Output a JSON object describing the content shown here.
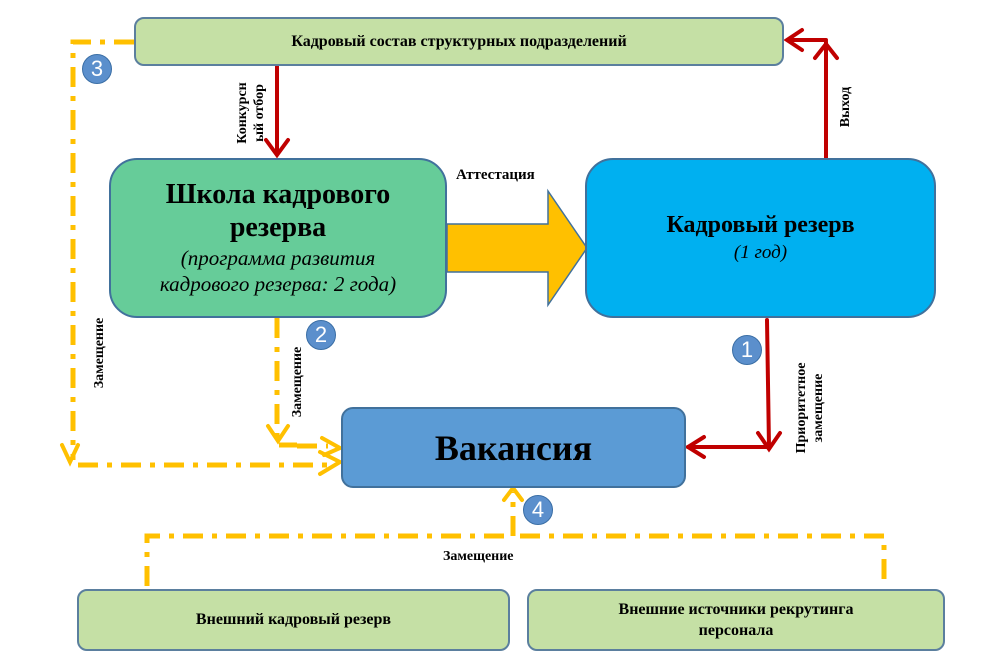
{
  "nodes": {
    "top": {
      "label": "Кадровый состав структурных подразделений"
    },
    "school": {
      "title_line1": "Школа кадрового",
      "title_line2": "резерва",
      "subtitle_line1": "(программа развития",
      "subtitle_line2": "кадрового резерва: 2 года)"
    },
    "reserve": {
      "title": "Кадровый резерв",
      "subtitle": "(1 год)"
    },
    "vacancy": {
      "label": "Вакансия"
    },
    "external_reserve": {
      "label": "Внешний кадровый резерв"
    },
    "external_sources": {
      "line1": "Внешние источники рекрутинга",
      "line2": "персонала"
    }
  },
  "edges": {
    "competitive_selection": {
      "line1": "Конкурсн",
      "line2": "ый отбор"
    },
    "attestation": {
      "label": "Аттестация"
    },
    "exit": {
      "label": "Выход"
    },
    "priority_replacement": {
      "line1": "Приоритетное",
      "line2": "замещение"
    },
    "replacement_left": {
      "label": "Замещение"
    },
    "replacement_school": {
      "label": "Замещение"
    },
    "replacement_bottom": {
      "label": "Замещение"
    }
  },
  "badges": {
    "b1": "1",
    "b2": "2",
    "b3": "3",
    "b4": "4"
  },
  "colors": {
    "red_arrow": "#c00000",
    "dashed_orange": "#ffc000",
    "big_arrow": "#ffc000"
  }
}
